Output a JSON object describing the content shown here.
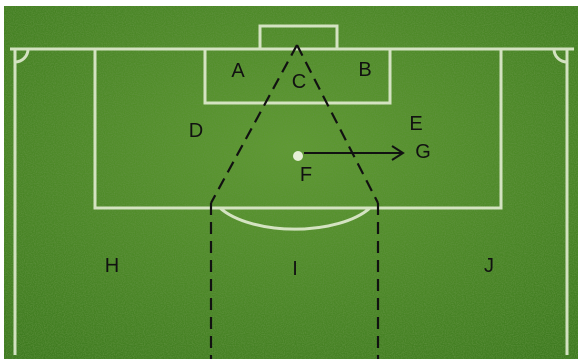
{
  "diagram": {
    "type": "soccer-field-penalty-area-zones",
    "colors": {
      "grass_light": "#5f9a32",
      "grass_dark": "#3d7a1f",
      "field_lines": "#e6efd6",
      "overlay_lines": "#111111"
    },
    "labels": {
      "a": "A",
      "b": "B",
      "c": "C",
      "d": "D",
      "e": "E",
      "f": "F",
      "g": "G",
      "h": "H",
      "i": "I",
      "j": "J"
    }
  }
}
